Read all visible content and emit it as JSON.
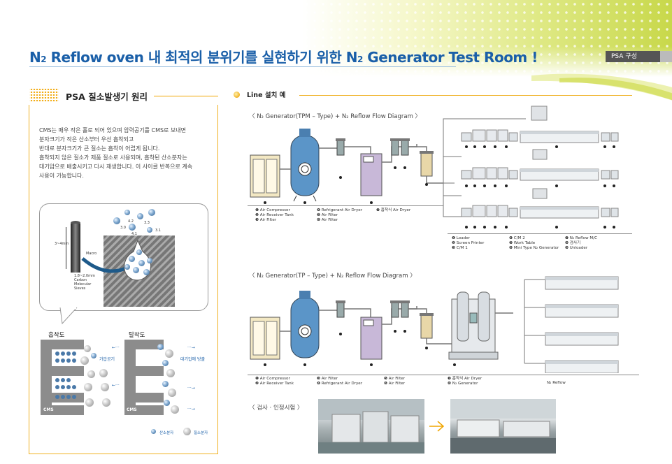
{
  "header": {
    "title_part1": "N",
    "title_sub1": "2",
    "title_part2": " Reflow oven 내 최적의 분위기를 실현하기 위한 N",
    "title_sub2": "2",
    "title_part3": " Generator Test Room !",
    "badge": "PSA 구성"
  },
  "left_section": {
    "header": "PSA 질소발생기 원리",
    "description_lines": [
      "CMS는 매우 작은 홀로 되어 있으며 압력공기를 CMS로 보내면",
      "분자크기가 작은 산소부터 우선 흡착되고",
      "반대로 분자크기가 큰 질소는 흡착이 어렵게 됩니다.",
      "흡착되지 않은 질소가 제품 질소로 사용되며, 흡착된 산소분자는",
      "대기압으로 배출시키고 다시 재생합니다. 이 사이클 반복으로 계속",
      "사용이 가능합니다."
    ],
    "micro": {
      "rod_label": "3~4mm",
      "macro_label": "Macro",
      "sieve_label_lines": [
        "1.8~2.0mm",
        "Carbon",
        "Molecular",
        "Sieves"
      ],
      "dim1": "4.2",
      "dim2": "3.0",
      "dim3": "3.3",
      "dim4": "4.1",
      "dim5": "3.1"
    },
    "adsorption_label": "흡착도",
    "desorption_label": "탈착도",
    "compressed_air_label": "가압공기",
    "atmosphere_release_label": "대기압에 방출",
    "cms_label": "CMS",
    "legend_oxygen": "산소분자",
    "legend_nitrogen": "질소분자"
  },
  "right_section": {
    "header": "Line 설치 예",
    "diagram1_title": "〈 N₂ Generator(TPM – Type) + N₂ Reflow Flow Diagram 〉",
    "diagram1_legend_col1": [
      "❶ Air Compressor",
      "❷ Air Receiver Tank",
      "❸ Air Filter"
    ],
    "diagram1_legend_col2": [
      "❹ Refrigerant Air Dryer",
      "❺ Air Filter",
      "❻ Air Filter"
    ],
    "diagram1_legend_col3": [
      "❼ 흡착식 Air Dryer"
    ],
    "line_legend_col1": [
      "❶ Loader",
      "❷ Screen Printer",
      "❸ C/M 1"
    ],
    "line_legend_col2": [
      "❹ C/M 2",
      "❺ Work Table",
      "❻ Mini Type N₂ Generator"
    ],
    "line_legend_col3": [
      "❼ N₂ Reflow M/C",
      "❽ 검사기",
      "❾ Unloader"
    ],
    "diagram2_title": "〈 N₂ Generator(TP – Type) + N₂ Reflow Flow Diagram 〉",
    "diagram2_legend_col1": [
      "❶ Air Compressor",
      "❷ Air Receiver Tank"
    ],
    "diagram2_legend_col2": [
      "❸ Air Filter",
      "❹ Refrigerant Air Dryer"
    ],
    "diagram2_legend_col3": [
      "❺ Air Filter",
      "❻ Air Filter"
    ],
    "diagram2_legend_col4": [
      "❼ 흡착식 Air Dryer",
      "❽ N₂ Generator"
    ],
    "diagram2_legend_col5": [
      "N₂ Reflow"
    ],
    "inspection_title": "〈 검사 · 인정시험 〉"
  },
  "colors": {
    "title_blue": "#1a5fa8",
    "accent_orange": "#f0a500",
    "tank_blue": "#5b95c8",
    "band_green": "#c8d84a"
  }
}
